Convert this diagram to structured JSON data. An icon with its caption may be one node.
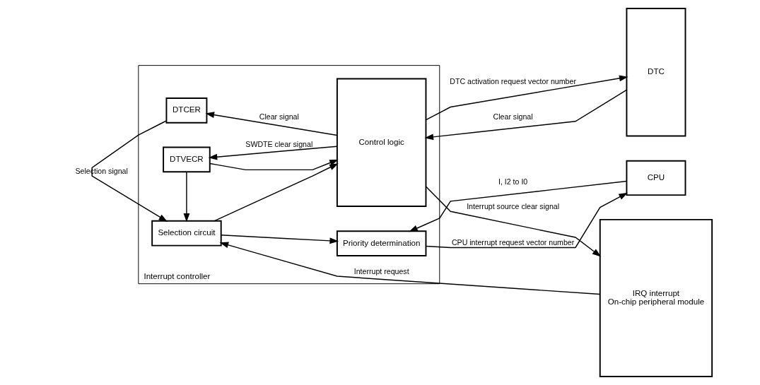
{
  "diagram": {
    "nodes": [
      {
        "text": [
          "IRQ interrupt",
          "On-chip peripheral module"
        ]
      },
      {
        "text": [
          "Interrupt controller"
        ]
      },
      {
        "text": [
          "Selection circuit"
        ],
        "in": 1
      },
      {
        "text": [
          "DTCER"
        ],
        "in": 1
      },
      {
        "text": [
          "DTVECR"
        ],
        "in": 1
      },
      {
        "text": [
          "Control logic"
        ],
        "in": 1
      },
      {
        "text": [
          "Priority determination"
        ],
        "in": 1
      },
      {
        "text": [
          "DTC"
        ]
      },
      {
        "text": [
          "CPU"
        ]
      }
    ],
    "edges": [
      {
        "from": 0,
        "to": 2,
        "arrow": "to",
        "label": "Interrupt request"
      },
      {
        "from": 2,
        "to": 5,
        "arrow": "to"
      },
      {
        "from": 3,
        "to": 2,
        "arrow": "to",
        "label": "Selection signal"
      },
      {
        "from": 5,
        "to": 3,
        "arrow": "to",
        "label": "Clear signal"
      },
      {
        "from": 5,
        "to": 0,
        "arrow": "to",
        "label": "Interrupt source clear signal"
      },
      {
        "from": 4,
        "to": 2,
        "arrow": "to"
      },
      {
        "from": 4,
        "to": 5,
        "arrow": "to"
      },
      {
        "from": 5,
        "to": 4,
        "arrow": "to",
        "label": "SWDTE clear signal"
      },
      {
        "from": 2,
        "to": 6,
        "arrow": "to"
      },
      {
        "from": 5,
        "to": 7,
        "arrow": "to",
        "label": "DTC activation request vector number"
      },
      {
        "from": 7,
        "to": 5,
        "arrow": "to",
        "label": "Clear signal"
      },
      {
        "from": 6,
        "to": 8,
        "arrow": "to",
        "label": "CPU interrupt request vector number"
      },
      {
        "from": 8,
        "to": 6,
        "arrow": "to",
        "label": "I, I2 to I0"
      }
    ]
  }
}
